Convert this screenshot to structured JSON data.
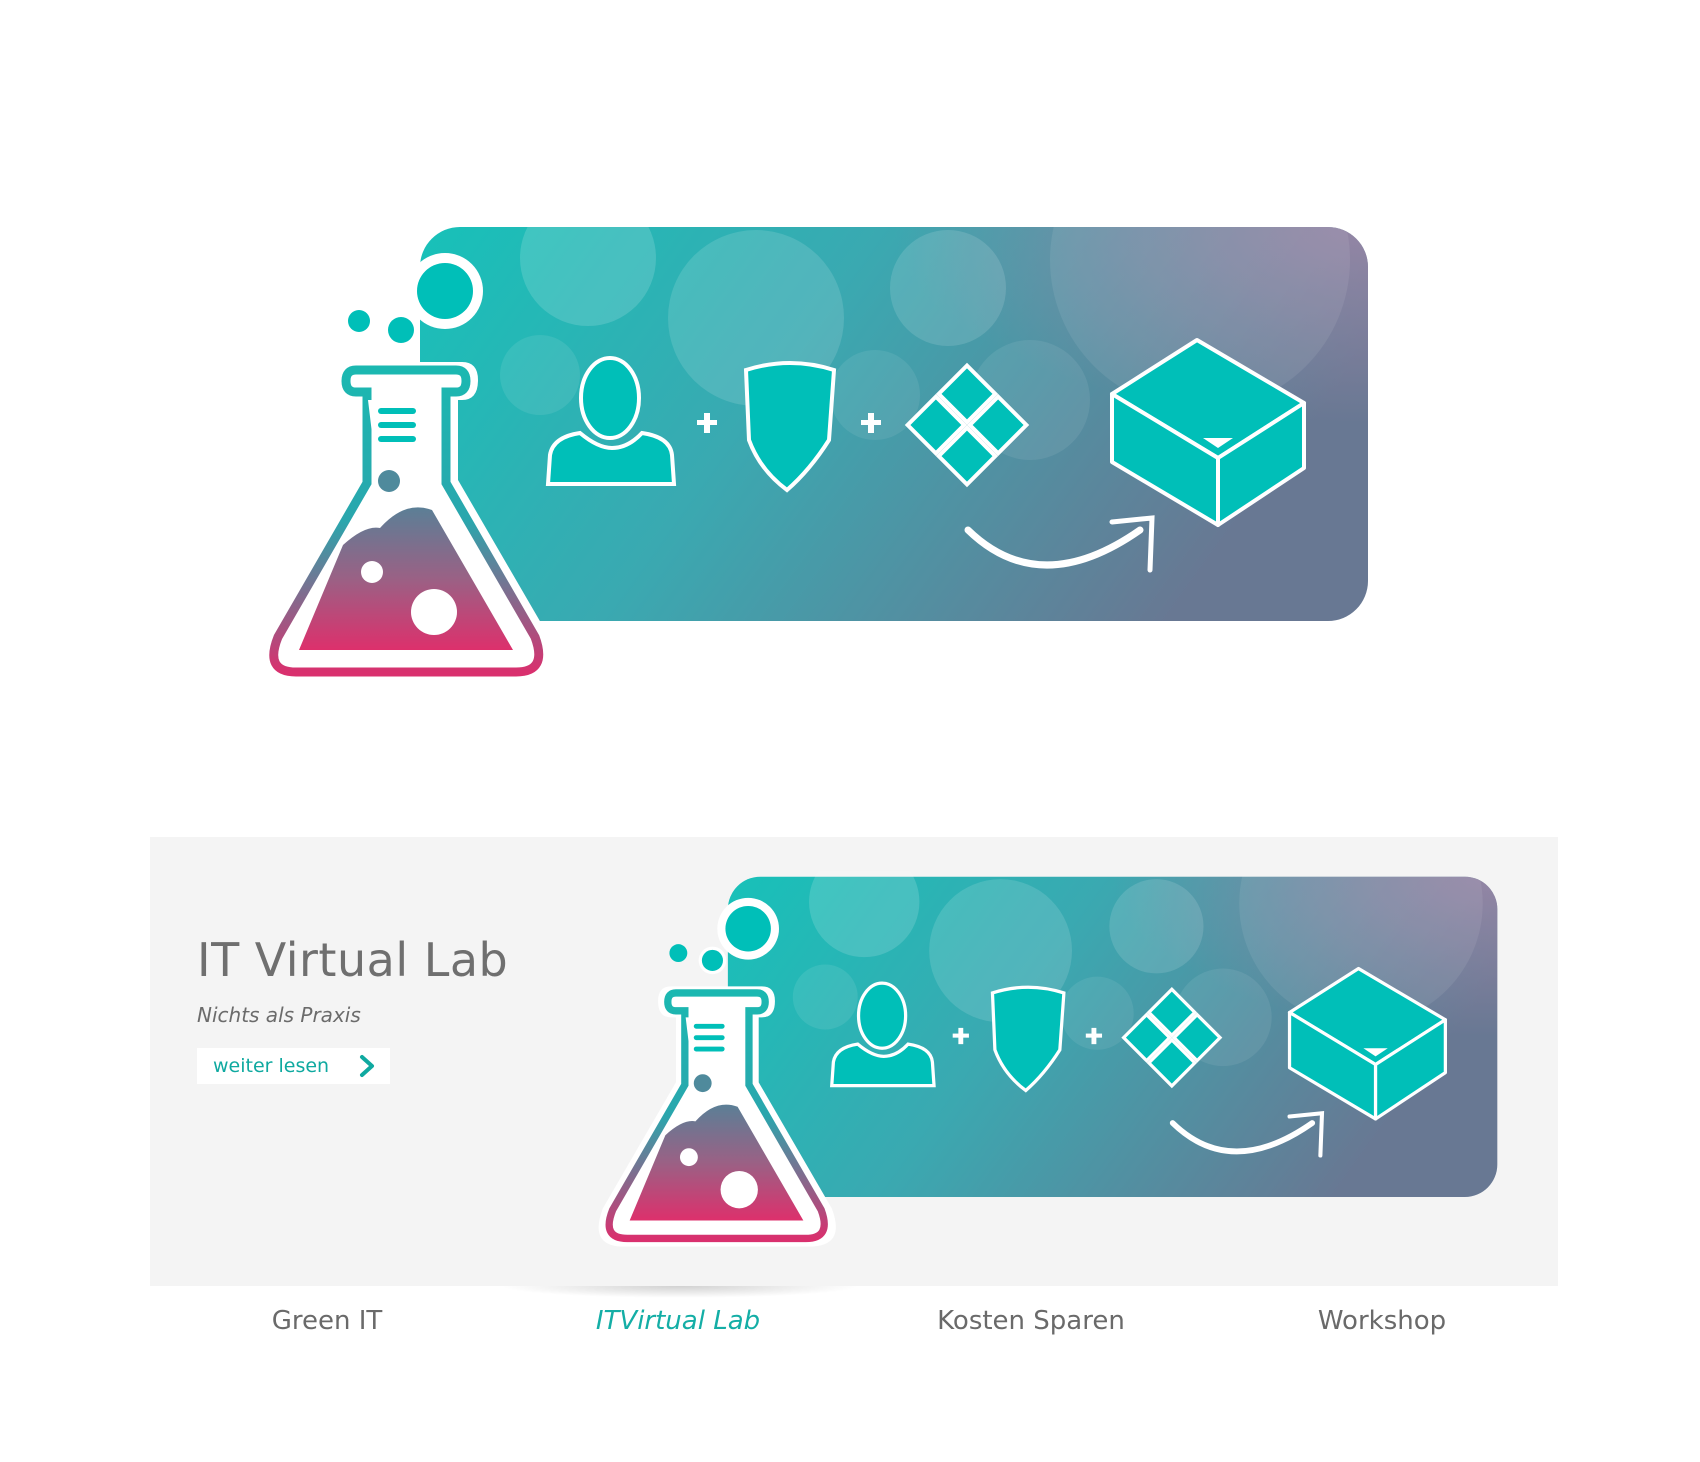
{
  "hero": {
    "title": "IT Virtual Lab",
    "subtitle": "Nichts als Praxis",
    "read_more_label": "weiter lesen"
  },
  "tabs": [
    {
      "label": "Green IT",
      "active": false
    },
    {
      "label": "ITVirtual Lab",
      "active": true
    },
    {
      "label": "Kosten Sparen",
      "active": false
    },
    {
      "label": "Workshop",
      "active": false
    }
  ],
  "colors": {
    "teal": "#00bfb8",
    "slate": "#647893",
    "pink": "#d9306e",
    "accent_text": "#14aea6",
    "panel_bg": "#f4f4f4"
  }
}
